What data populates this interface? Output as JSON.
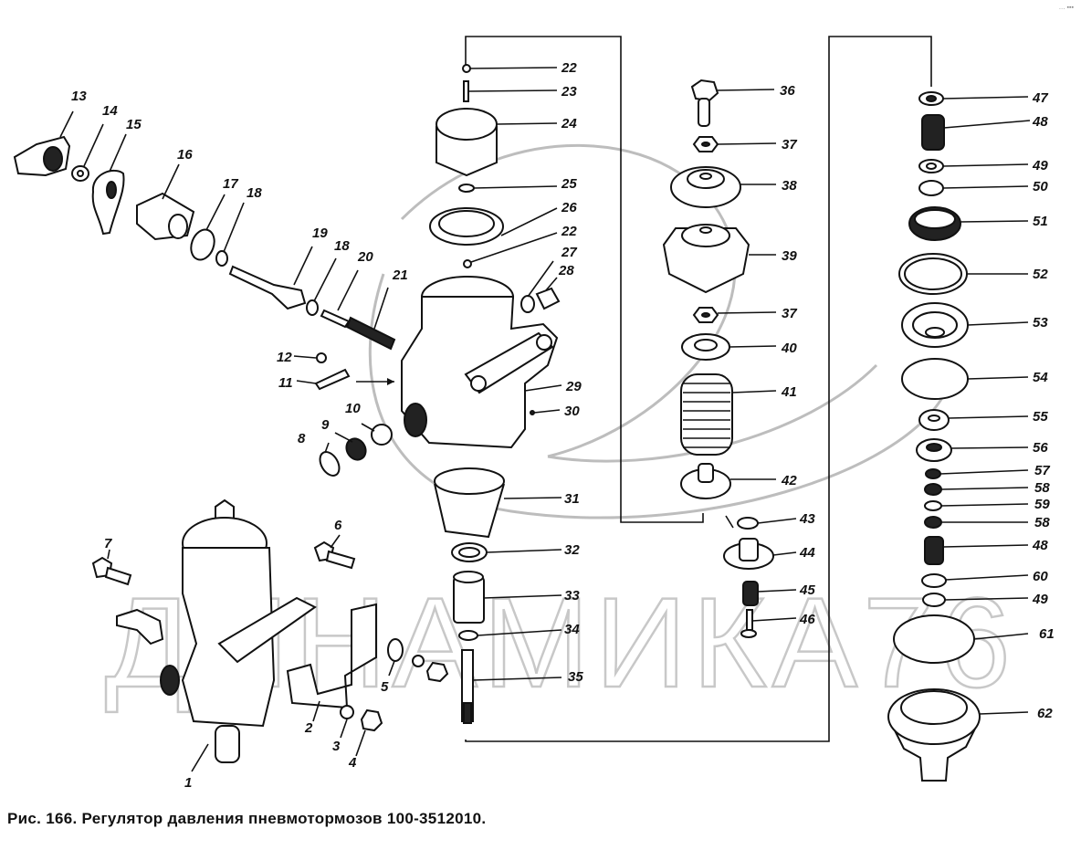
{
  "figure": {
    "caption": "Рис. 166. Регулятор давления пневмотормозов 100-3512010.",
    "watermark": "ДИНАМИКА76",
    "corner_mark": "… ▪▪▪"
  },
  "parts": [
    {
      "id": "1",
      "label": "1"
    },
    {
      "id": "2",
      "label": "2"
    },
    {
      "id": "3",
      "label": "3"
    },
    {
      "id": "4",
      "label": "4"
    },
    {
      "id": "5",
      "label": "5"
    },
    {
      "id": "6",
      "label": "6"
    },
    {
      "id": "7",
      "label": "7"
    },
    {
      "id": "8",
      "label": "8"
    },
    {
      "id": "9",
      "label": "9"
    },
    {
      "id": "10",
      "label": "10"
    },
    {
      "id": "11",
      "label": "11"
    },
    {
      "id": "12",
      "label": "12"
    },
    {
      "id": "13",
      "label": "13"
    },
    {
      "id": "14",
      "label": "14"
    },
    {
      "id": "15",
      "label": "15"
    },
    {
      "id": "16",
      "label": "16"
    },
    {
      "id": "17",
      "label": "17"
    },
    {
      "id": "18a",
      "label": "18"
    },
    {
      "id": "19",
      "label": "19"
    },
    {
      "id": "18b",
      "label": "18"
    },
    {
      "id": "20",
      "label": "20"
    },
    {
      "id": "21",
      "label": "21"
    },
    {
      "id": "22a",
      "label": "22"
    },
    {
      "id": "23",
      "label": "23"
    },
    {
      "id": "24",
      "label": "24"
    },
    {
      "id": "25",
      "label": "25"
    },
    {
      "id": "26",
      "label": "26"
    },
    {
      "id": "22b",
      "label": "22"
    },
    {
      "id": "27",
      "label": "27"
    },
    {
      "id": "28",
      "label": "28"
    },
    {
      "id": "29",
      "label": "29"
    },
    {
      "id": "30",
      "label": "30"
    },
    {
      "id": "31",
      "label": "31"
    },
    {
      "id": "32",
      "label": "32"
    },
    {
      "id": "33",
      "label": "33"
    },
    {
      "id": "34",
      "label": "34"
    },
    {
      "id": "35",
      "label": "35"
    },
    {
      "id": "36",
      "label": "36"
    },
    {
      "id": "37a",
      "label": "37"
    },
    {
      "id": "38",
      "label": "38"
    },
    {
      "id": "39",
      "label": "39"
    },
    {
      "id": "37b",
      "label": "37"
    },
    {
      "id": "40",
      "label": "40"
    },
    {
      "id": "41",
      "label": "41"
    },
    {
      "id": "42",
      "label": "42"
    },
    {
      "id": "43",
      "label": "43"
    },
    {
      "id": "44",
      "label": "44"
    },
    {
      "id": "45",
      "label": "45"
    },
    {
      "id": "46",
      "label": "46"
    },
    {
      "id": "47",
      "label": "47"
    },
    {
      "id": "48a",
      "label": "48"
    },
    {
      "id": "49a",
      "label": "49"
    },
    {
      "id": "50",
      "label": "50"
    },
    {
      "id": "51",
      "label": "51"
    },
    {
      "id": "52",
      "label": "52"
    },
    {
      "id": "53",
      "label": "53"
    },
    {
      "id": "54",
      "label": "54"
    },
    {
      "id": "55",
      "label": "55"
    },
    {
      "id": "56",
      "label": "56"
    },
    {
      "id": "57",
      "label": "57"
    },
    {
      "id": "58a",
      "label": "58"
    },
    {
      "id": "59",
      "label": "59"
    },
    {
      "id": "58b",
      "label": "58"
    },
    {
      "id": "48b",
      "label": "48"
    },
    {
      "id": "60",
      "label": "60"
    },
    {
      "id": "49b",
      "label": "49"
    },
    {
      "id": "61",
      "label": "61"
    },
    {
      "id": "62",
      "label": "62"
    }
  ]
}
